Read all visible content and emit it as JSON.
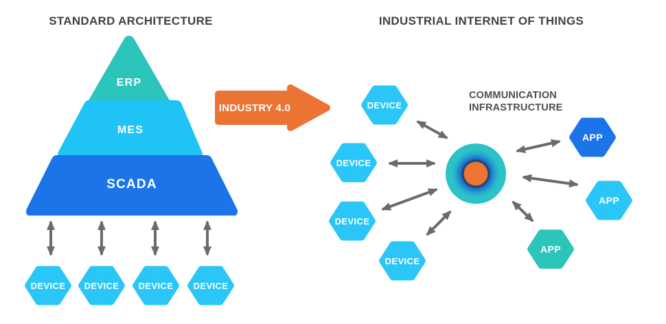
{
  "palette": {
    "background": "#ffffff",
    "title_text": "#3f4144",
    "caption_text": "#4b4d50",
    "connector_gray": "#6b6b6b",
    "teal": "#2cc5bc",
    "cyan_bright": "#1fc3f5",
    "device_cyan": "#29c6f7",
    "royal_blue": "#1b74e8",
    "orange": "#eb7334",
    "hub_outer_teal": "#2ac2c6",
    "hub_ring_blue": "#1d6fd3",
    "hub_center_orange": "#ee7434",
    "node_label": "#ffffff"
  },
  "left": {
    "title": "STANDARD ARCHITECTURE",
    "pyramid": {
      "erp": "ERP",
      "mes": "MES",
      "scada": "SCADA"
    },
    "devices": [
      "DEVICE",
      "DEVICE",
      "DEVICE",
      "DEVICE"
    ]
  },
  "transition": {
    "arrow_label": "INDUSTRY 4.0"
  },
  "right": {
    "title": "INDUSTRIAL INTERNET OF THINGS",
    "hub_caption_line1": "COMMUNICATION",
    "hub_caption_line2": "INFRASTRUCTURE",
    "devices": [
      "DEVICE",
      "DEVICE",
      "DEVICE",
      "DEVICE"
    ],
    "apps": [
      "APP",
      "APP",
      "APP"
    ]
  }
}
